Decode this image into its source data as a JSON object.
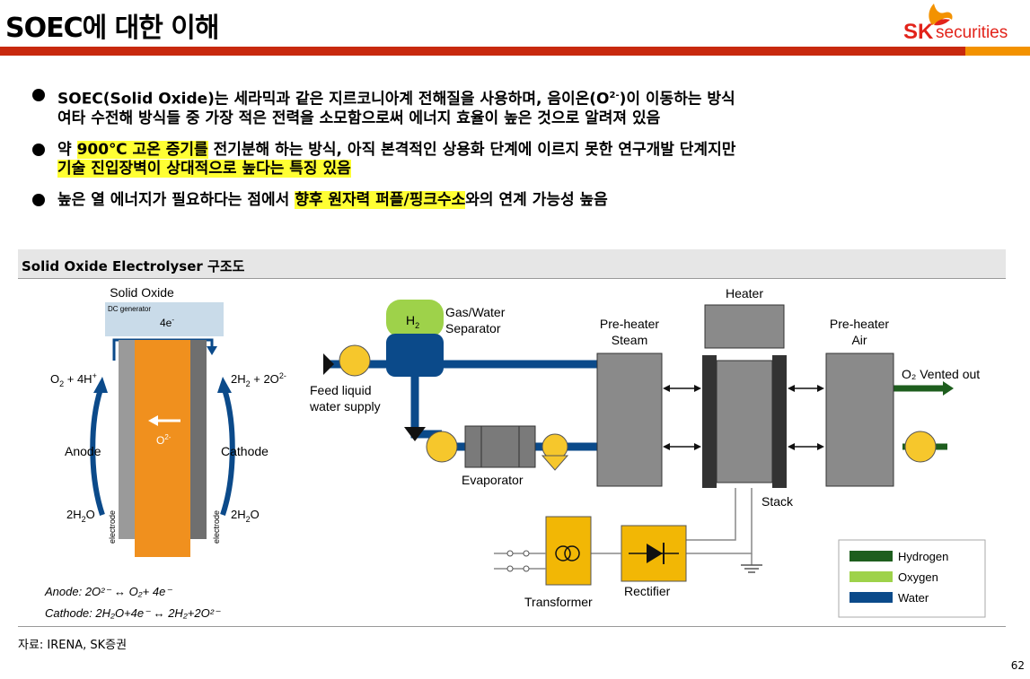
{
  "title": "SOEC에 대한 이해",
  "logo": {
    "sk": "SK",
    "securities": "securities"
  },
  "bullets": [
    {
      "parts": [
        {
          "text": "SOEC(Solid Oxide)는 세라믹과 같은 지르코니아계 전해질을 사용하며, 음이온(O",
          "hl": false
        },
        {
          "text": "2-",
          "sup": true
        },
        {
          "text": ")이 이동하는 방식",
          "hl": false
        },
        {
          "br": true
        },
        {
          "text": "여타 수전해 방식들 중 가장 적은 전력을 소모함으로써 에너지 효율이 높은 것으로 알려져 있음",
          "hl": false
        }
      ]
    },
    {
      "parts": [
        {
          "text": "약 ",
          "hl": false
        },
        {
          "text": "900℃ 고온 증기를",
          "hl": true
        },
        {
          "text": " 전기분해 하는 방식, 아직 본격적인 상용화 단계에 이르지 못한 연구개발 단계지만",
          "hl": false
        },
        {
          "br": true
        },
        {
          "text": "기술 진입장벽이 상대적으로 높다는 특징 있음",
          "hl": true
        }
      ]
    },
    {
      "parts": [
        {
          "text": "높은 열 에너지가 필요하다는 점에서 ",
          "hl": false
        },
        {
          "text": "향후 원자력 퍼플/핑크수소",
          "hl": true
        },
        {
          "text": "와의 연계 가능성 높음",
          "hl": false
        }
      ]
    }
  ],
  "section_title": "Solid Oxide Electrolyser 구조도",
  "diagram": {
    "cell": {
      "title": "Solid Oxide",
      "dc_generator": "DC generator",
      "top_charge": "4e",
      "top_charge_sup": "-",
      "left_top": [
        "O",
        "2",
        " + 4H",
        "+"
      ],
      "right_top": [
        "2H",
        "2",
        " + 2O",
        "2-"
      ],
      "anode": "Anode",
      "cathode": "Cathode",
      "ion": "O",
      "ion_sup": "2-",
      "left_bottom": [
        "2H",
        "2",
        "O"
      ],
      "right_bottom": [
        "2H",
        "2",
        "O"
      ],
      "electrode": "electrode",
      "eq_anode": "Anode: 2O²⁻ ↔ O₂+ 4e⁻",
      "eq_cathode": "Cathode: 2H₂O+4e⁻ ↔ 2H₂+2O²⁻"
    },
    "plant": {
      "h2": "H",
      "h2_sub": "2",
      "separator": [
        "Gas/Water",
        "Separator"
      ],
      "feed": [
        "Feed liquid",
        "water supply"
      ],
      "evaporator": "Evaporator",
      "preheater_steam": [
        "Pre-heater",
        "Steam"
      ],
      "heater": "Heater",
      "preheater_air": [
        "Pre-heater",
        "Air"
      ],
      "o2_vented": "O₂ Vented out",
      "stack": "Stack",
      "transformer": "Transformer",
      "rectifier": "Rectifier"
    },
    "legend": [
      {
        "label": "Hydrogen",
        "color": "#1e5e1e"
      },
      {
        "label": "Oxygen",
        "color": "#9ed24a"
      },
      {
        "label": "Water",
        "color": "#0b4a8a"
      }
    ]
  },
  "source": "자료: IRENA, SK증권",
  "page_number": "62"
}
